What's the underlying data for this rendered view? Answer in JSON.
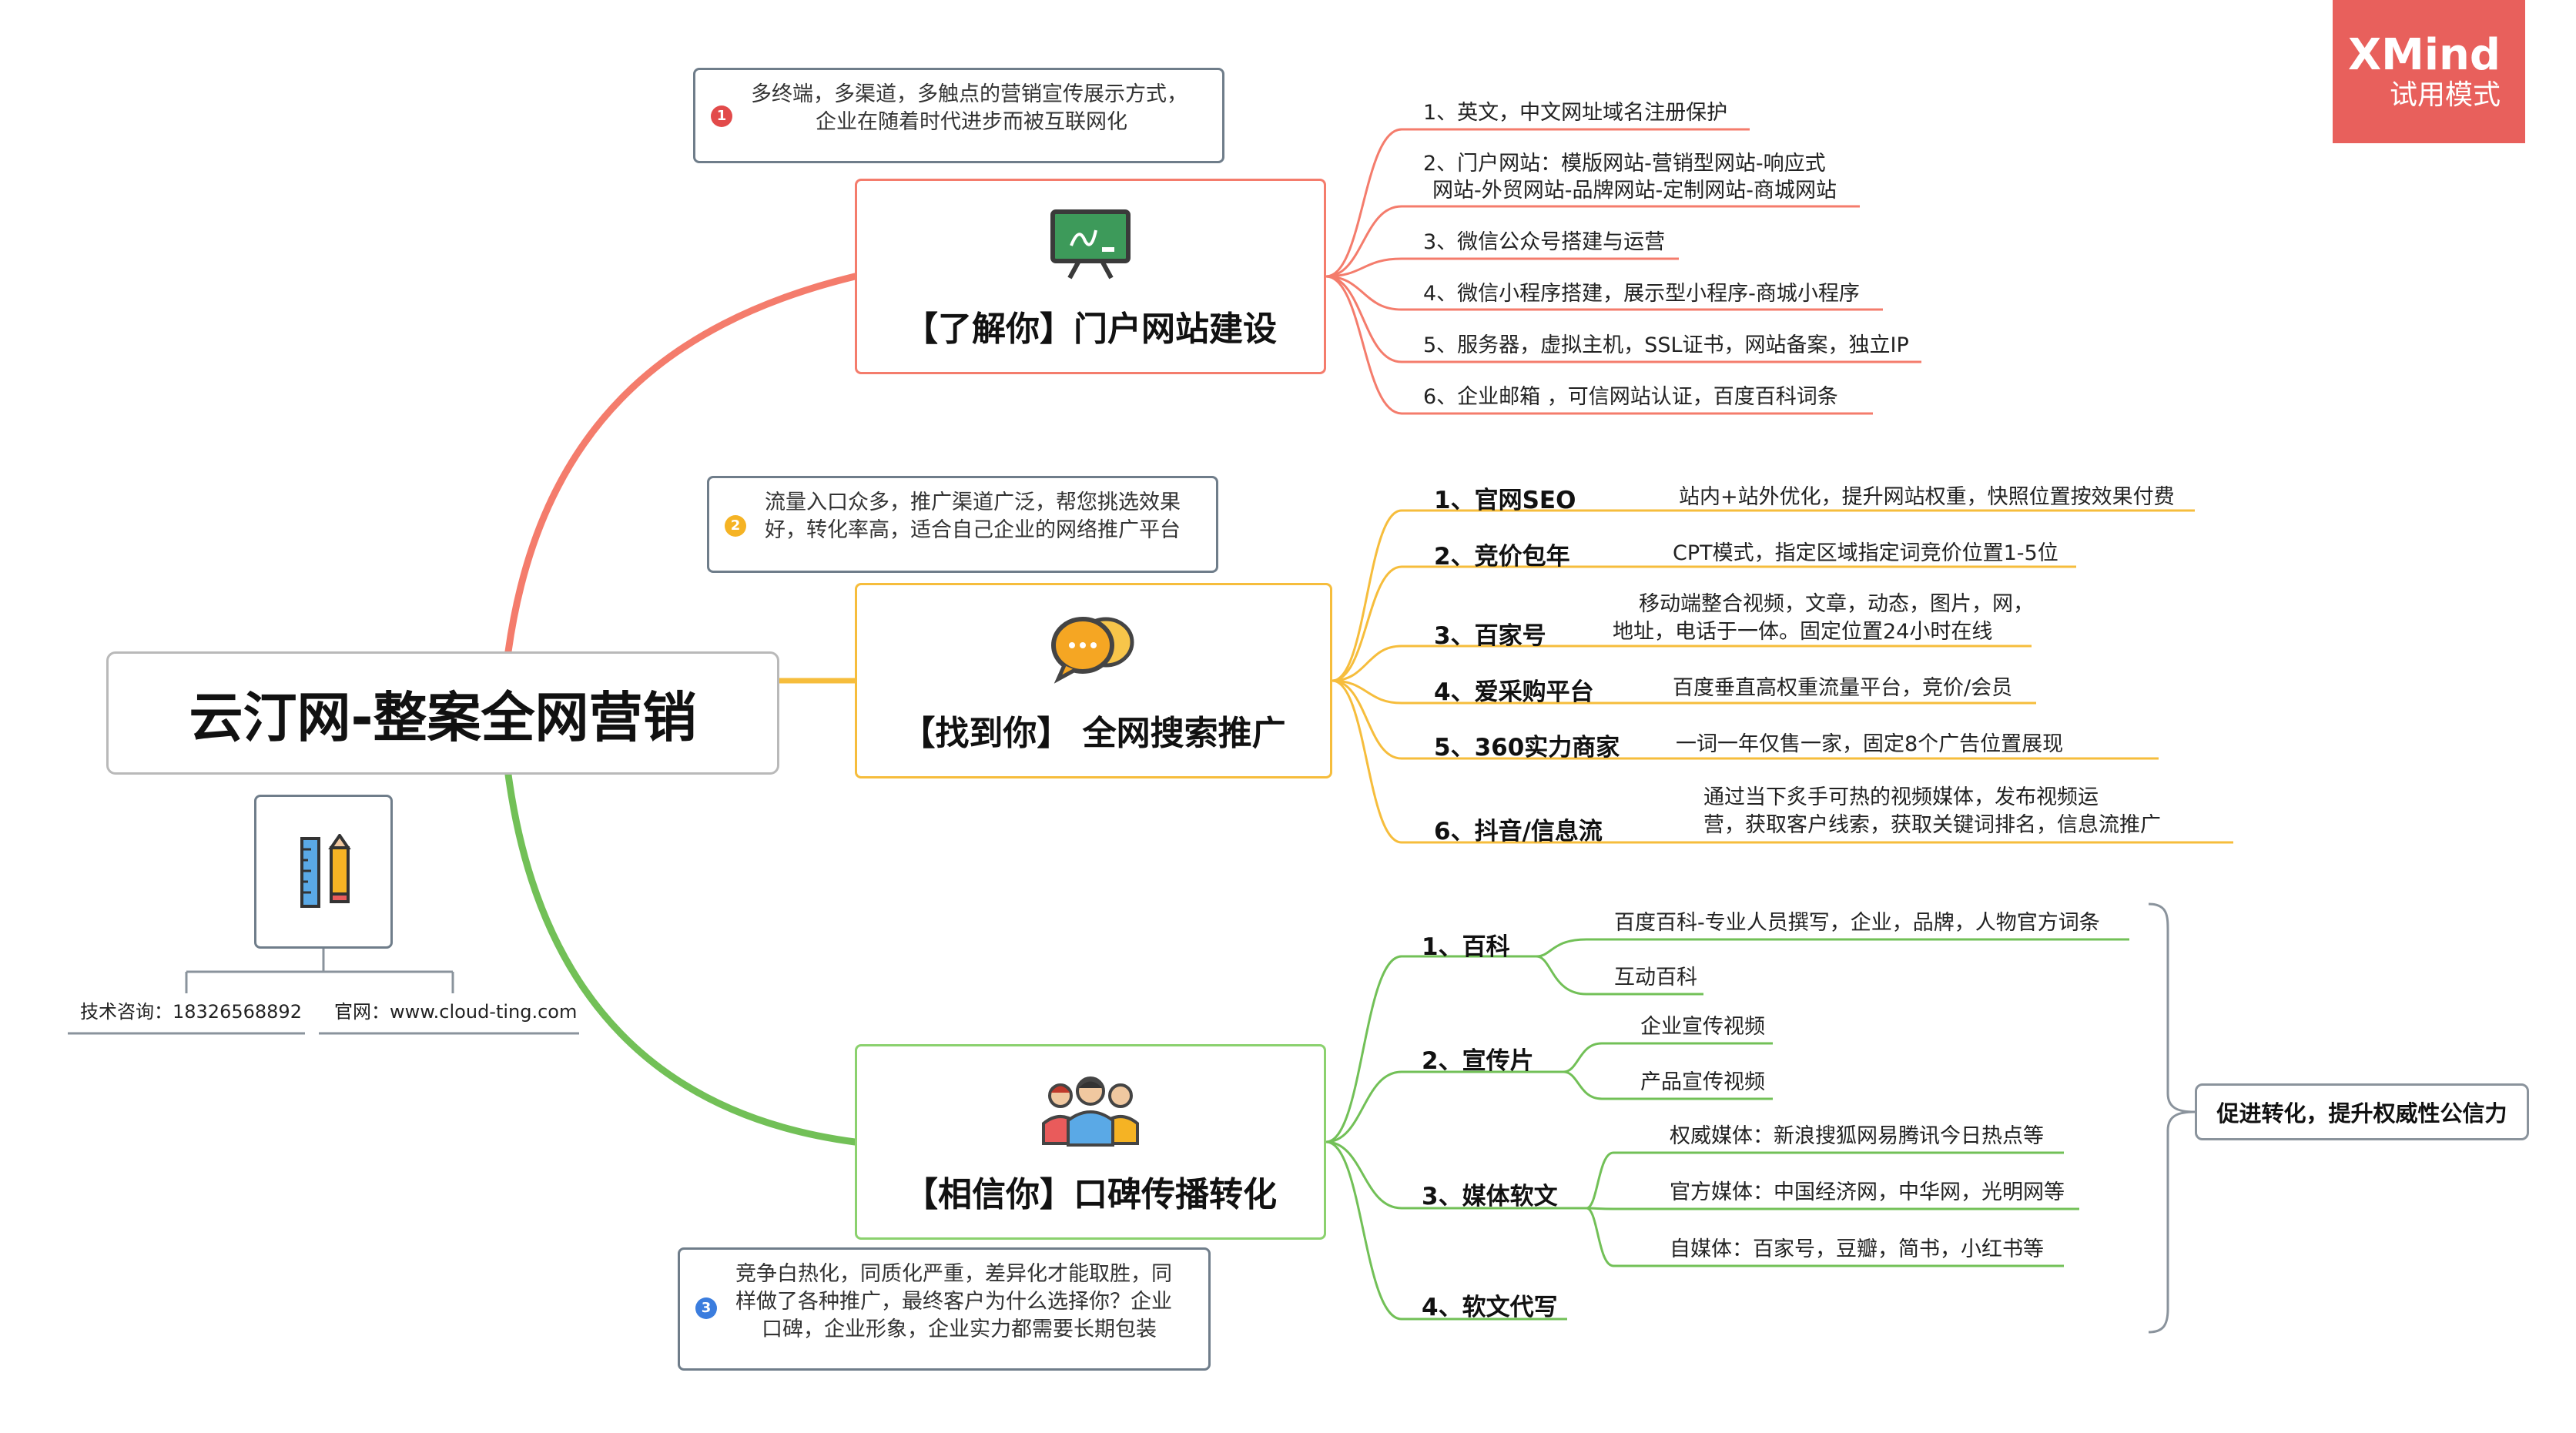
{
  "root": {
    "title": "云汀网-整案全网营销"
  },
  "watermark": {
    "brand": "XMind",
    "mode": "试用模式"
  },
  "colors": {
    "branch1": "#f47c6c",
    "branch2": "#f6bd3c",
    "branch3": "#72c057",
    "note_badge1": "#e24a4a",
    "note_badge2": "#f5b324",
    "note_badge3": "#3b7dde"
  },
  "branches": [
    {
      "title": "【了解你】门户网站建设",
      "icon": "chalkboard-icon",
      "note": {
        "num": "1",
        "lines": [
          "多终端，多渠道，多触点的营销宣传展示方式，",
          "企业在随着时代进步而被互联网化"
        ]
      },
      "items": [
        {
          "lines": [
            "1、英文，中文网址域名注册保护"
          ]
        },
        {
          "lines": [
            "2、门户网站：模版网站-营销型网站-响应式",
            "网站-外贸网站-品牌网站-定制网站-商城网站"
          ]
        },
        {
          "lines": [
            "3、微信公众号搭建与运营"
          ]
        },
        {
          "lines": [
            "4、微信小程序搭建，展示型小程序-商城小程序"
          ]
        },
        {
          "lines": [
            "5、服务器，虚拟主机，SSL证书，网站备案，独立IP"
          ]
        },
        {
          "lines": [
            "6、企业邮箱 ，可信网站认证，百度百科词条"
          ]
        }
      ]
    },
    {
      "title": "【找到你】 全网搜索推广",
      "icon": "chat-bubbles-icon",
      "note": {
        "num": "2",
        "lines": [
          "流量入口众多，推广渠道广泛，帮您挑选效果",
          "好，转化率高，适合自己企业的网络推广平台"
        ]
      },
      "items": [
        {
          "label": "1、官网SEO",
          "desc": [
            "站内+站外优化，提升网站权重，快照位置按效果付费"
          ]
        },
        {
          "label": "2、竞价包年",
          "desc": [
            "CPT模式，指定区域指定词竞价位置1-5位"
          ]
        },
        {
          "label": "3、百家号",
          "desc": [
            "移动端整合视频，文章，动态，图片，网，",
            "地址，电话于一体。固定位置24小时在线"
          ]
        },
        {
          "label": "4、爱采购平台",
          "desc": [
            "百度垂直高权重流量平台，竞价/会员"
          ]
        },
        {
          "label": "5、360实力商家",
          "desc": [
            "一词一年仅售一家，固定8个广告位置展现"
          ]
        },
        {
          "label": "6、抖音/信息流",
          "desc": [
            "通过当下炙手可热的视频媒体，发布视频运",
            "营，获取客户线索，获取关键词排名，信息流推广"
          ]
        }
      ]
    },
    {
      "title": "【相信你】口碑传播转化",
      "icon": "people-group-icon",
      "note": {
        "num": "3",
        "lines": [
          "竞争白热化，同质化严重，差异化才能取胜，同",
          "样做了各种推广，最终客户为什么选择你？企业",
          "口碑，企业形象，企业实力都需要长期包装"
        ]
      },
      "items": [
        {
          "label": "1、百科",
          "children": [
            "百度百科-专业人员撰写，企业，品牌，人物官方词条",
            "互动百科"
          ]
        },
        {
          "label": "2、宣传片",
          "children": [
            "企业宣传视频",
            "产品宣传视频"
          ]
        },
        {
          "label": "3、媒体软文",
          "children": [
            "权威媒体：新浪搜狐网易腾讯今日热点等",
            "官方媒体：中国经济网，中华网，光明网等",
            "自媒体：百家号，豆瓣，简书，小红书等"
          ]
        },
        {
          "label": "4、软文代写",
          "children": []
        }
      ],
      "summary": "促进转化，提升权威性公信力"
    }
  ],
  "contact": {
    "icon": "ruler-pencil-icon",
    "phone": "技术咨询：18326568892",
    "site": "官网：www.cloud-ting.com"
  }
}
